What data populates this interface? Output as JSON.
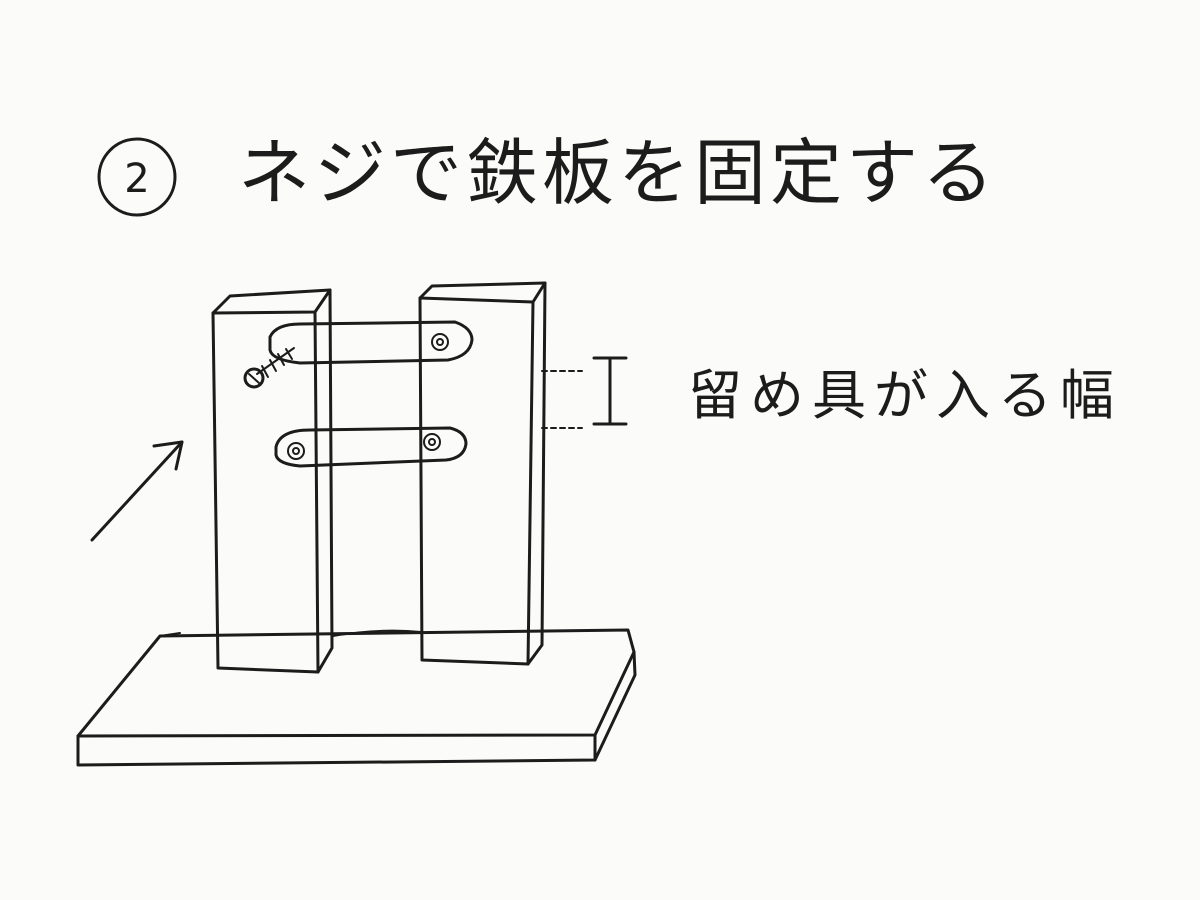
{
  "step": {
    "number": "2",
    "title": "ネジで鉄板を固定する"
  },
  "annotation": {
    "label": "留め具が入る幅"
  }
}
